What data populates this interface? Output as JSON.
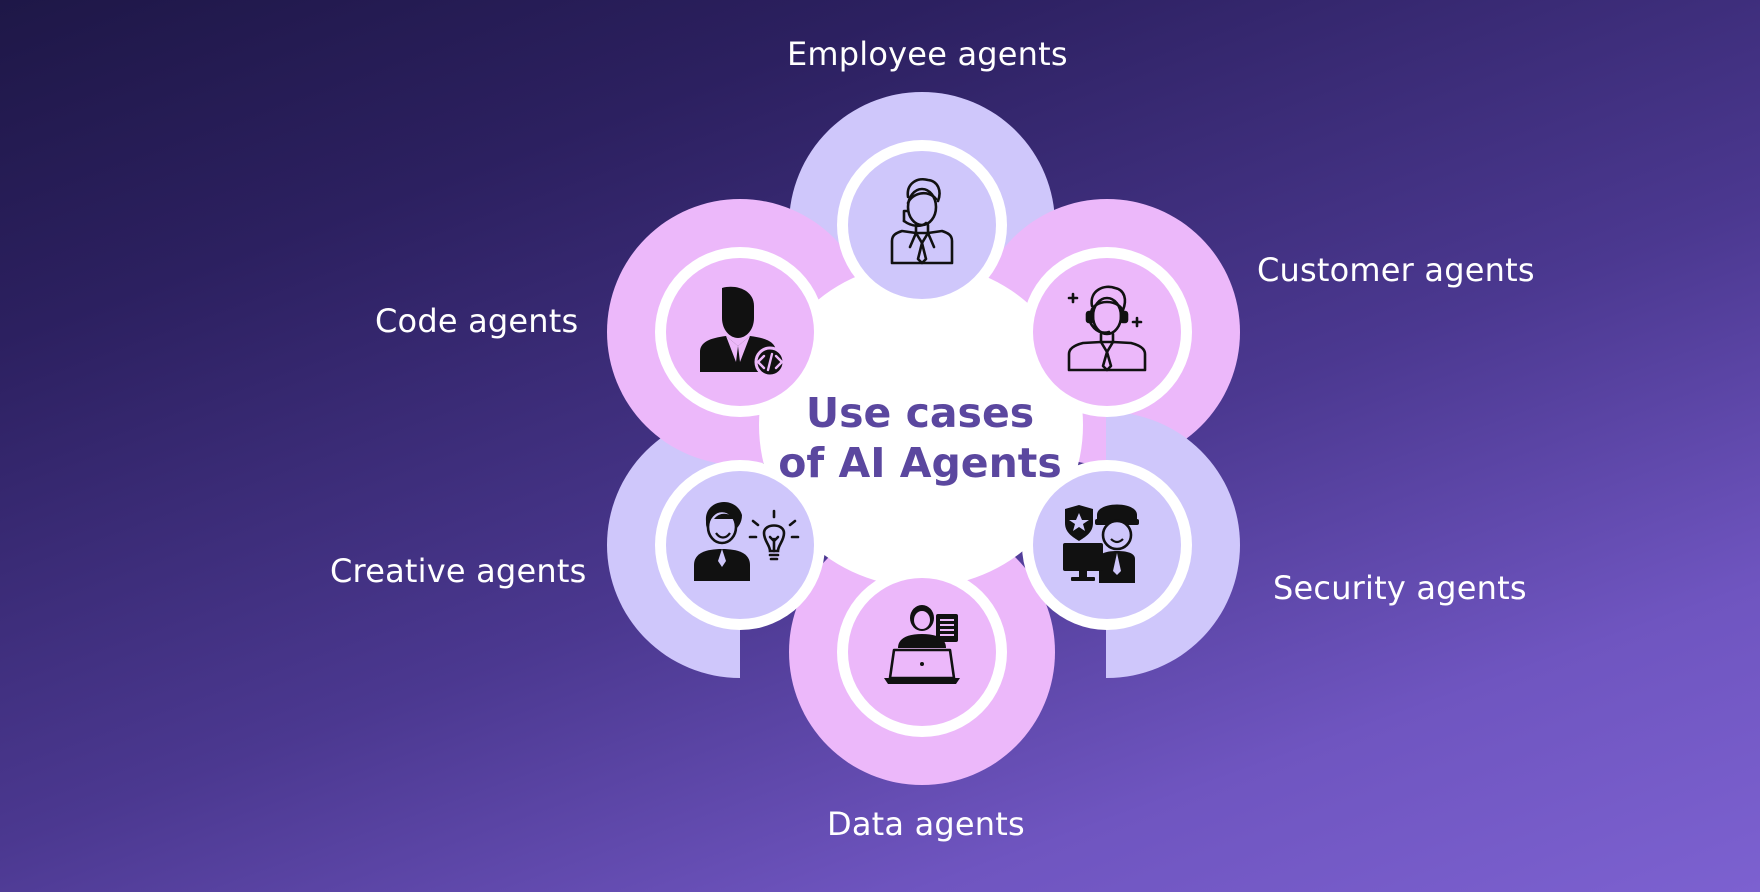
{
  "center": {
    "line1": "Use cases",
    "line2": "of AI Agents"
  },
  "segments": [
    {
      "id": "employee",
      "label": "Employee agents",
      "icon": "employee-agent-icon",
      "color": "#cfc7fb"
    },
    {
      "id": "customer",
      "label": "Customer agents",
      "icon": "customer-agent-icon",
      "color": "#ecb8fa"
    },
    {
      "id": "security",
      "label": "Security agents",
      "icon": "security-agent-icon",
      "color": "#cfc7fb"
    },
    {
      "id": "data",
      "label": "Data agents",
      "icon": "data-agent-icon",
      "color": "#ecb8fa"
    },
    {
      "id": "creative",
      "label": "Creative agents",
      "icon": "creative-agent-icon",
      "color": "#cfc7fb"
    },
    {
      "id": "code",
      "label": "Code agents",
      "icon": "code-agent-icon",
      "color": "#ecb8fa"
    }
  ],
  "colors": {
    "background_top": "#1e1747",
    "background_bottom": "#7c61d0",
    "lavender": "#cfc7fb",
    "pink": "#ecb8fa",
    "center_fill": "#ffffff",
    "title_text": "#5b479f",
    "label_text": "#ffffff",
    "icon_stroke": "#111111"
  }
}
